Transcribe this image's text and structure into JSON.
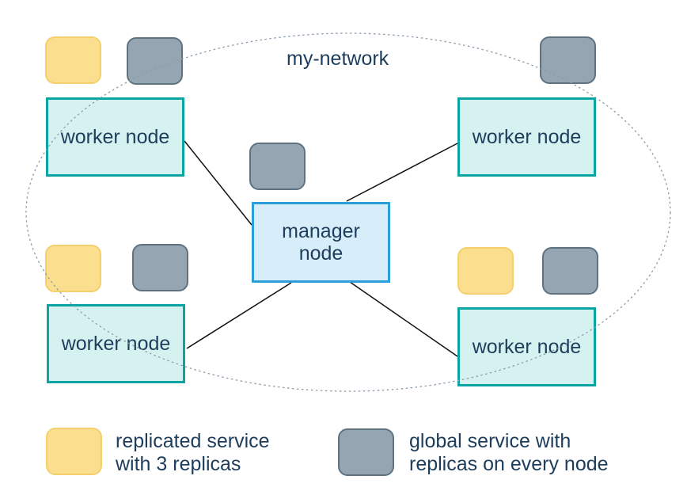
{
  "network": {
    "label": "my-network"
  },
  "nodes": {
    "manager": {
      "label_line1": "manager",
      "label_line2": "node"
    },
    "workers": [
      {
        "id": "top-left",
        "label": "worker node"
      },
      {
        "id": "top-right",
        "label": "worker node"
      },
      {
        "id": "bottom-left",
        "label": "worker node"
      },
      {
        "id": "bottom-right",
        "label": "worker node"
      }
    ]
  },
  "services": {
    "replicated_squares": [
      "top-left",
      "bottom-left",
      "bottom-right",
      "legend"
    ],
    "global_squares": [
      "top-left",
      "top-right",
      "center",
      "bottom-left",
      "bottom-right",
      "legend"
    ]
  },
  "legend": {
    "replicated": {
      "line1": "replicated service",
      "line2": "with 3 replicas"
    },
    "global": {
      "line1": "global service with",
      "line2": "replicas on every node"
    }
  },
  "colors": {
    "worker_fill": "#d6f2f0",
    "worker_border": "#0aa5a2",
    "manager_fill": "#d8edfa",
    "manager_border": "#2d9fd8",
    "replicated_fill": "#fcdf8e",
    "replicated_border": "#f4cf6d",
    "global_fill": "#95a6b2",
    "global_border": "#5e7280",
    "text": "#1d3d5c",
    "network_dash": "#8c9baa",
    "connector": "#111111"
  }
}
